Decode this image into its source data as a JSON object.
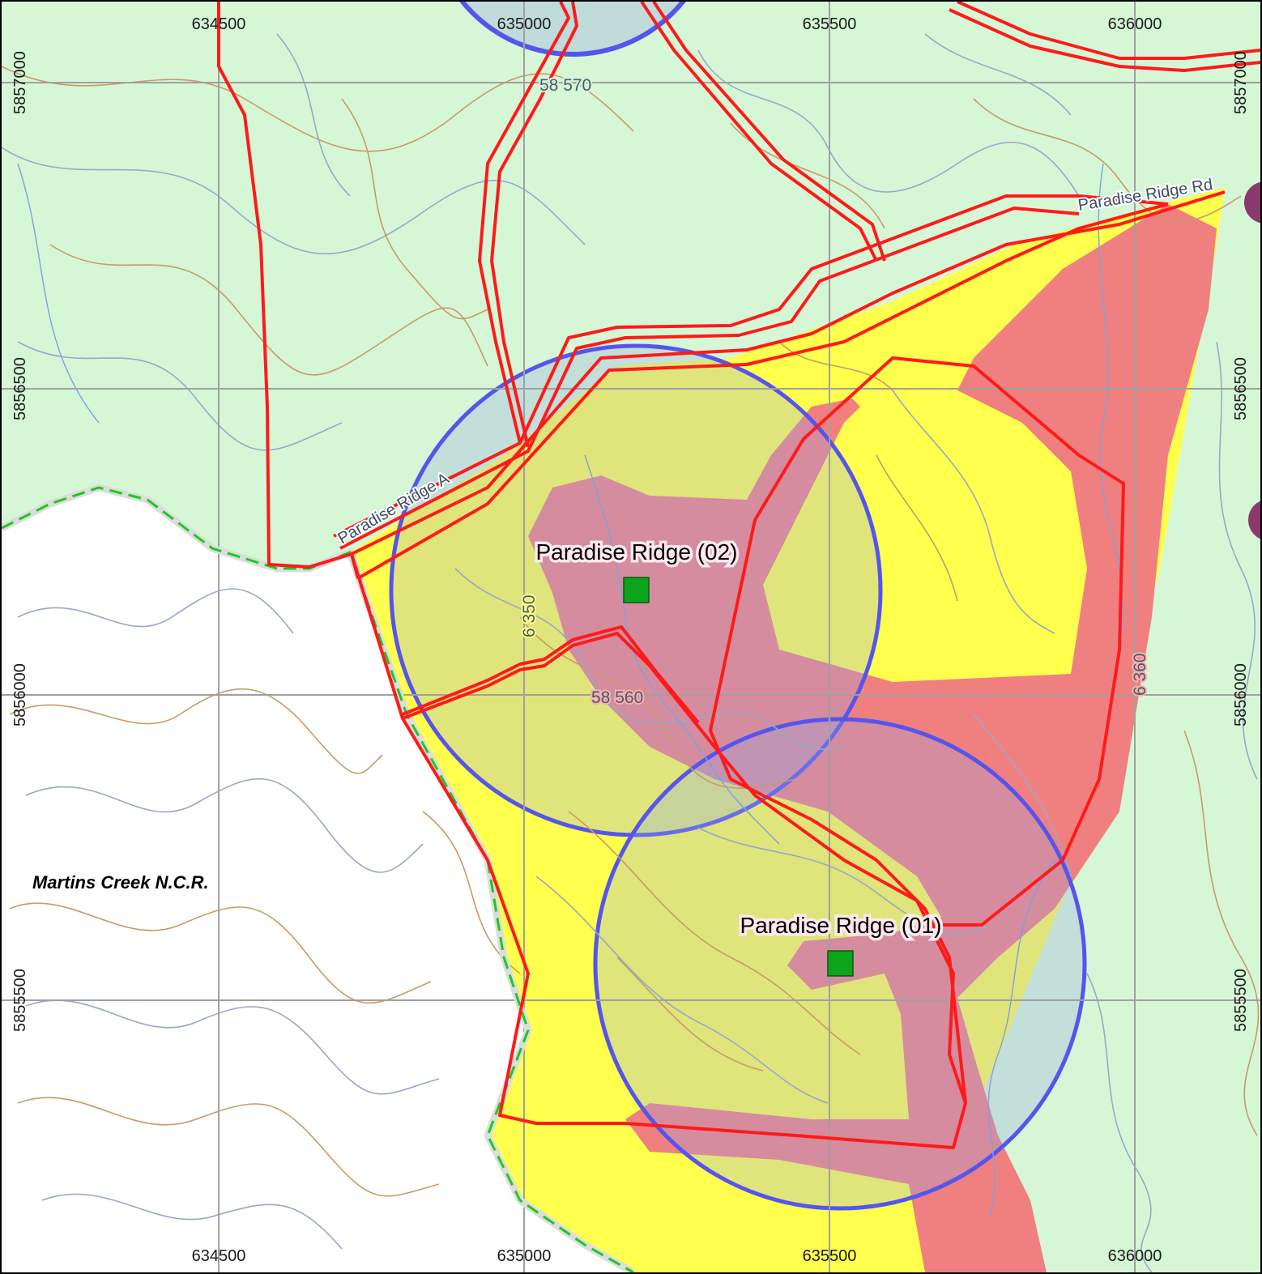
{
  "map": {
    "grid": {
      "easting_labels": [
        "634500",
        "635000",
        "635500",
        "636000"
      ],
      "northing_labels": [
        "5857000",
        "5856500",
        "5856000",
        "5855500"
      ]
    },
    "roads": {
      "paradise_ridge_rd": "Paradise Ridge Rd",
      "paradise_ridge_a": "Paradise Ridge A"
    },
    "tracks": {
      "t_58570": "58 570",
      "t_58560": "58 560",
      "t_6350": "6 350",
      "t_6360": "6 360"
    },
    "sites": [
      {
        "name": "Paradise Ridge (01)"
      },
      {
        "name": "Paradise Ridge (02)"
      }
    ],
    "reserve": {
      "name": "Martins Creek N.C.R."
    },
    "colors": {
      "background": "#d6f7d6",
      "reserve": "#ffffff",
      "yellow_zone": "#ffff4d",
      "pink_zone": "#f08080",
      "boundary": "#ff1a1a",
      "buffer_circle": "#5555ee",
      "site_marker": "#0aa51a",
      "reserve_boundary": "#1ec81e",
      "grid": "#a0a0a0"
    }
  }
}
